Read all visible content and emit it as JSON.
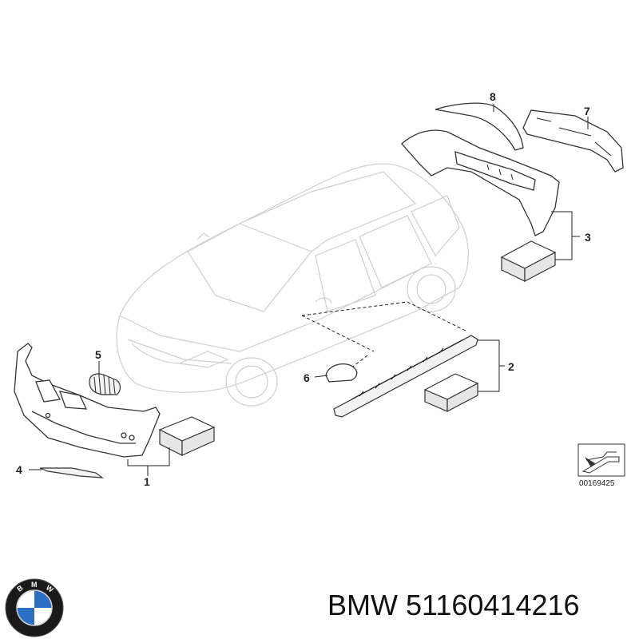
{
  "diagram": {
    "callouts": [
      {
        "id": "1",
        "label": "1"
      },
      {
        "id": "2",
        "label": "2"
      },
      {
        "id": "3",
        "label": "3"
      },
      {
        "id": "4",
        "label": "4"
      },
      {
        "id": "5",
        "label": "5"
      },
      {
        "id": "6",
        "label": "6"
      },
      {
        "id": "7",
        "label": "7"
      },
      {
        "id": "8",
        "label": "8"
      }
    ],
    "code": "00169425"
  },
  "logo": {
    "letters": "BMW",
    "colors": {
      "ring": "#1a1a1a",
      "blue": "#2a6fc4",
      "white": "#ffffff"
    }
  },
  "caption": {
    "brand": "BMW",
    "part_number": "51160414216"
  }
}
